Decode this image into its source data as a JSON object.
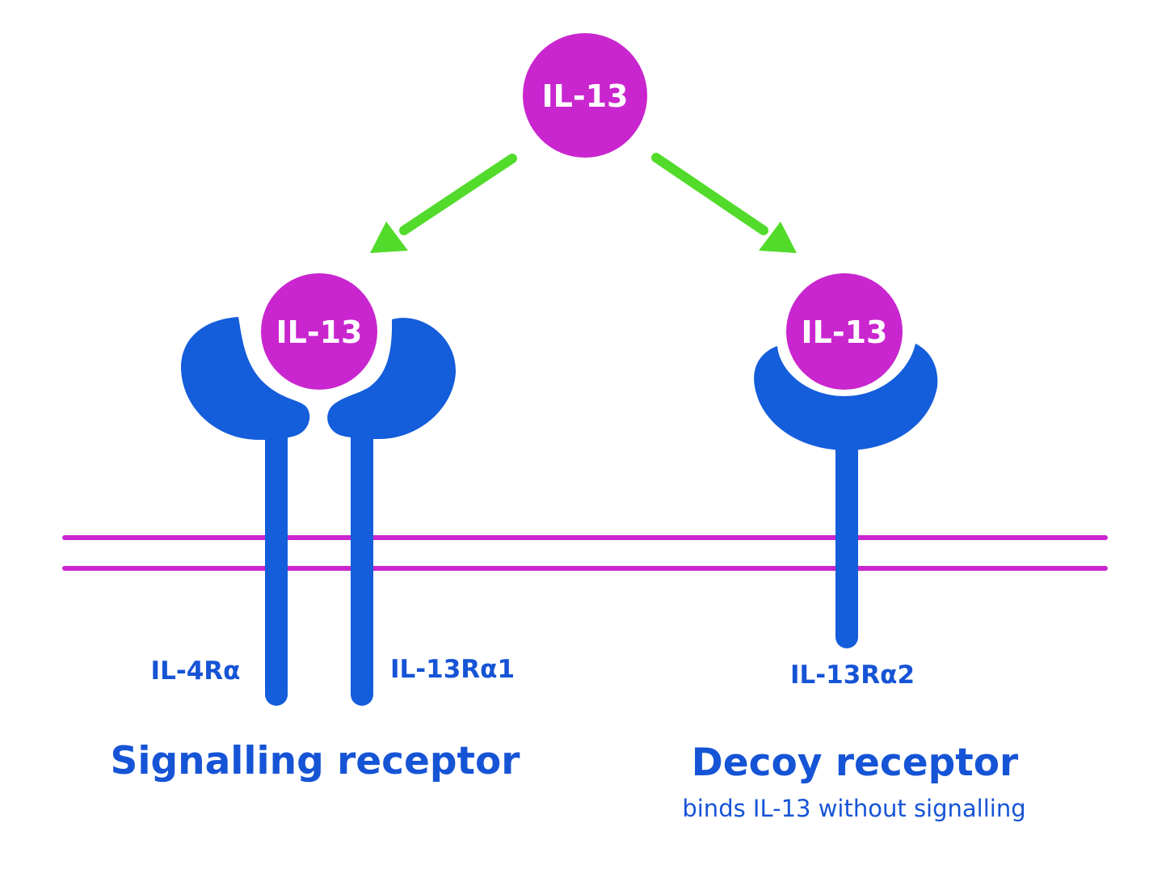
{
  "colors": {
    "ligand": "#c926cf",
    "receptor": "#145ddb",
    "arrow": "#52db2b",
    "membrane": "#c926cf",
    "label_text": "#1654d6"
  },
  "ligand_free": {
    "label": "IL-13"
  },
  "signalling": {
    "ligand_label": "IL-13",
    "chain_left_label": "IL-4Rα",
    "chain_right_label": "IL-13Rα1",
    "title": "Signalling receptor"
  },
  "decoy": {
    "ligand_label": "IL-13",
    "chain_label": "IL-13Rα2",
    "title": "Decoy receptor",
    "subtitle": "binds IL-13 without signalling"
  }
}
